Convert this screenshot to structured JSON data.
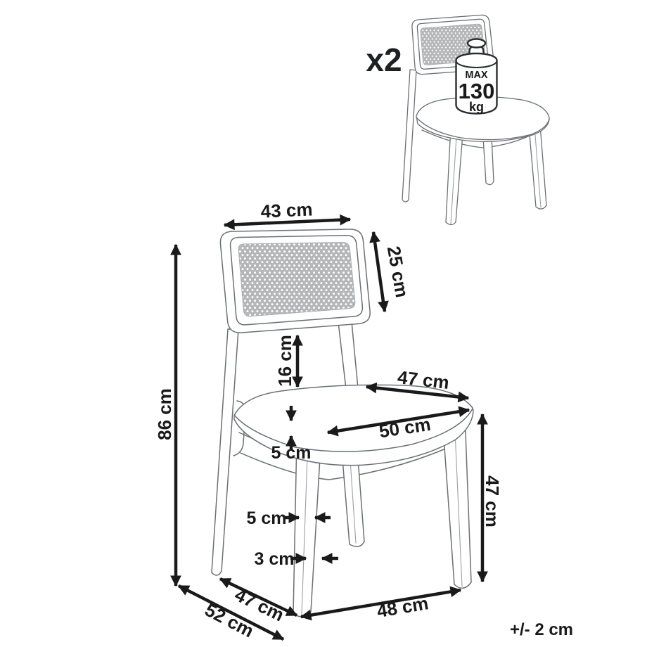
{
  "diagram": {
    "title": "chair-dimensions-diagram",
    "quantity_label": "x2",
    "tolerance_note": "+/- 2 cm",
    "weight_limit": {
      "label": "MAX",
      "value": "130",
      "unit": "kg"
    },
    "dimensions": {
      "backrest_width": "43 cm",
      "backrest_height": "25 cm",
      "backrest_to_seat_gap": "16 cm",
      "total_height": "86 cm",
      "seat_depth": "47 cm",
      "seat_width": "50 cm",
      "seat_thickness": "5 cm",
      "leg_width": "5 cm",
      "leg_depth": "3 cm",
      "seat_height": "47 cm",
      "base_front_depth": "47 cm",
      "base_total_depth": "52 cm",
      "base_width": "48 cm"
    },
    "colors": {
      "background": "#ffffff",
      "chair_line": "#6b7075",
      "dimension_ink": "#1a1a1a",
      "cane_fill": "#b5b6b8"
    }
  }
}
